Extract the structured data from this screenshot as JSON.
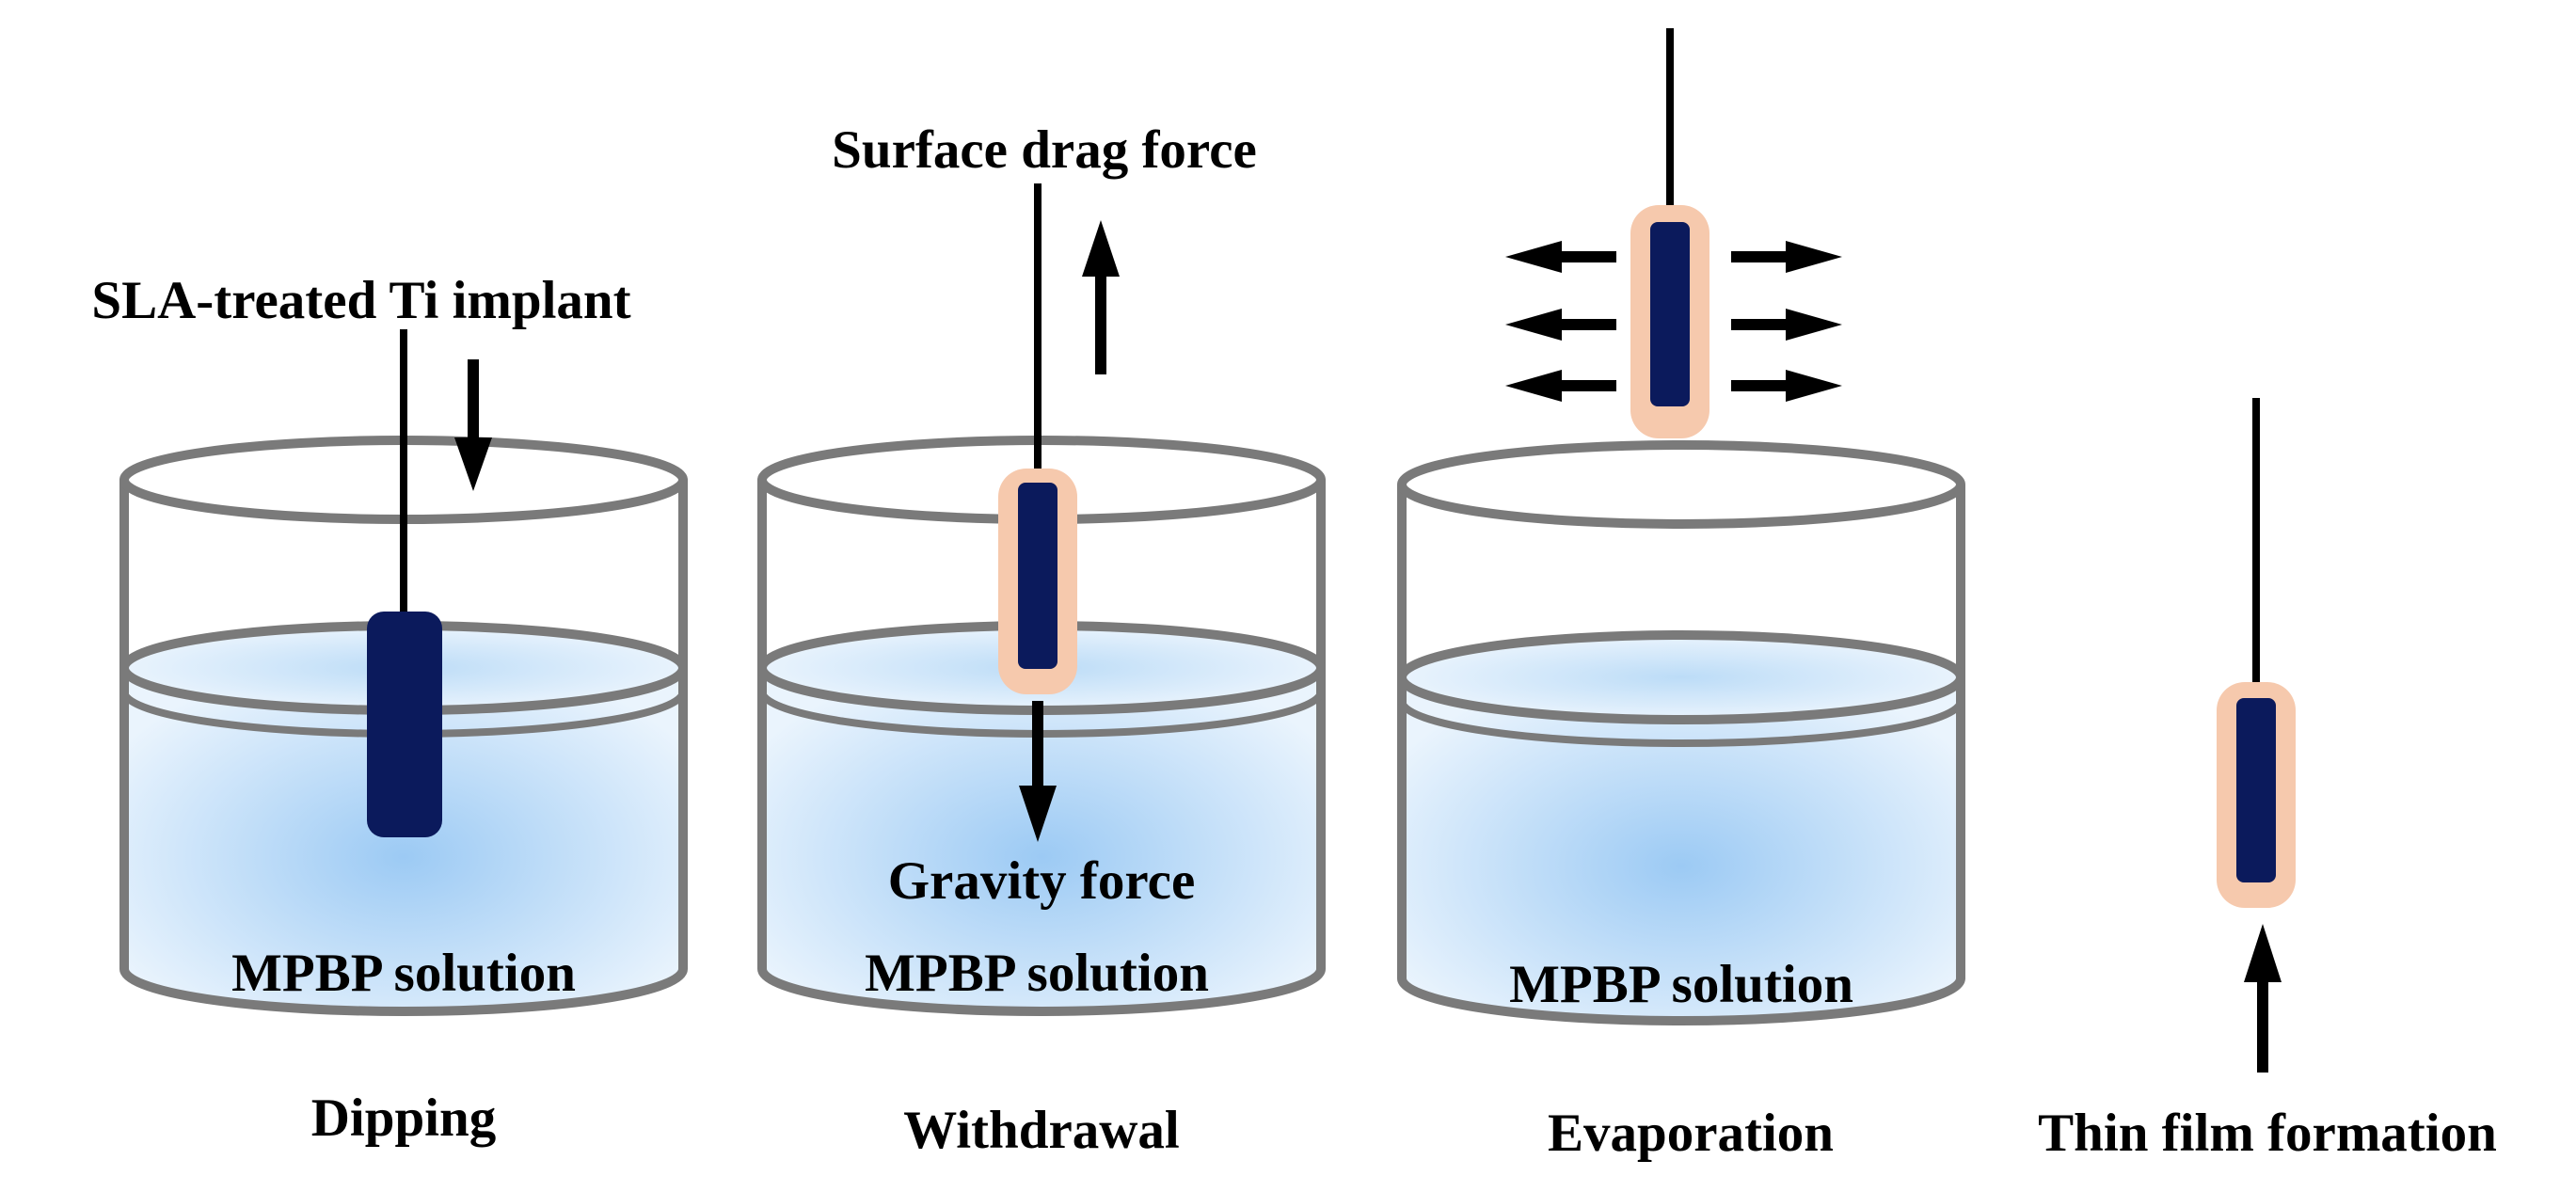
{
  "labels": {
    "implant": "SLA-treated Ti implant",
    "surface_drag": "Surface drag force",
    "gravity": "Gravity force",
    "solution": "MPBP solution"
  },
  "steps": [
    {
      "caption": "Dipping"
    },
    {
      "caption": "Withdrawal"
    },
    {
      "caption": "Evaporation"
    },
    {
      "caption": "Thin film formation"
    }
  ],
  "colors": {
    "implant": "#0b1a5c",
    "coating": "#f6c9ad",
    "liquid_center": "#9ccaf4",
    "liquid_edge": "#e9f4fd",
    "beaker_stroke": "#7a7a7a",
    "arrow": "#000000"
  },
  "icons": {
    "direction_arrow": "arrow-icon",
    "implant": "implant-rod-icon"
  }
}
